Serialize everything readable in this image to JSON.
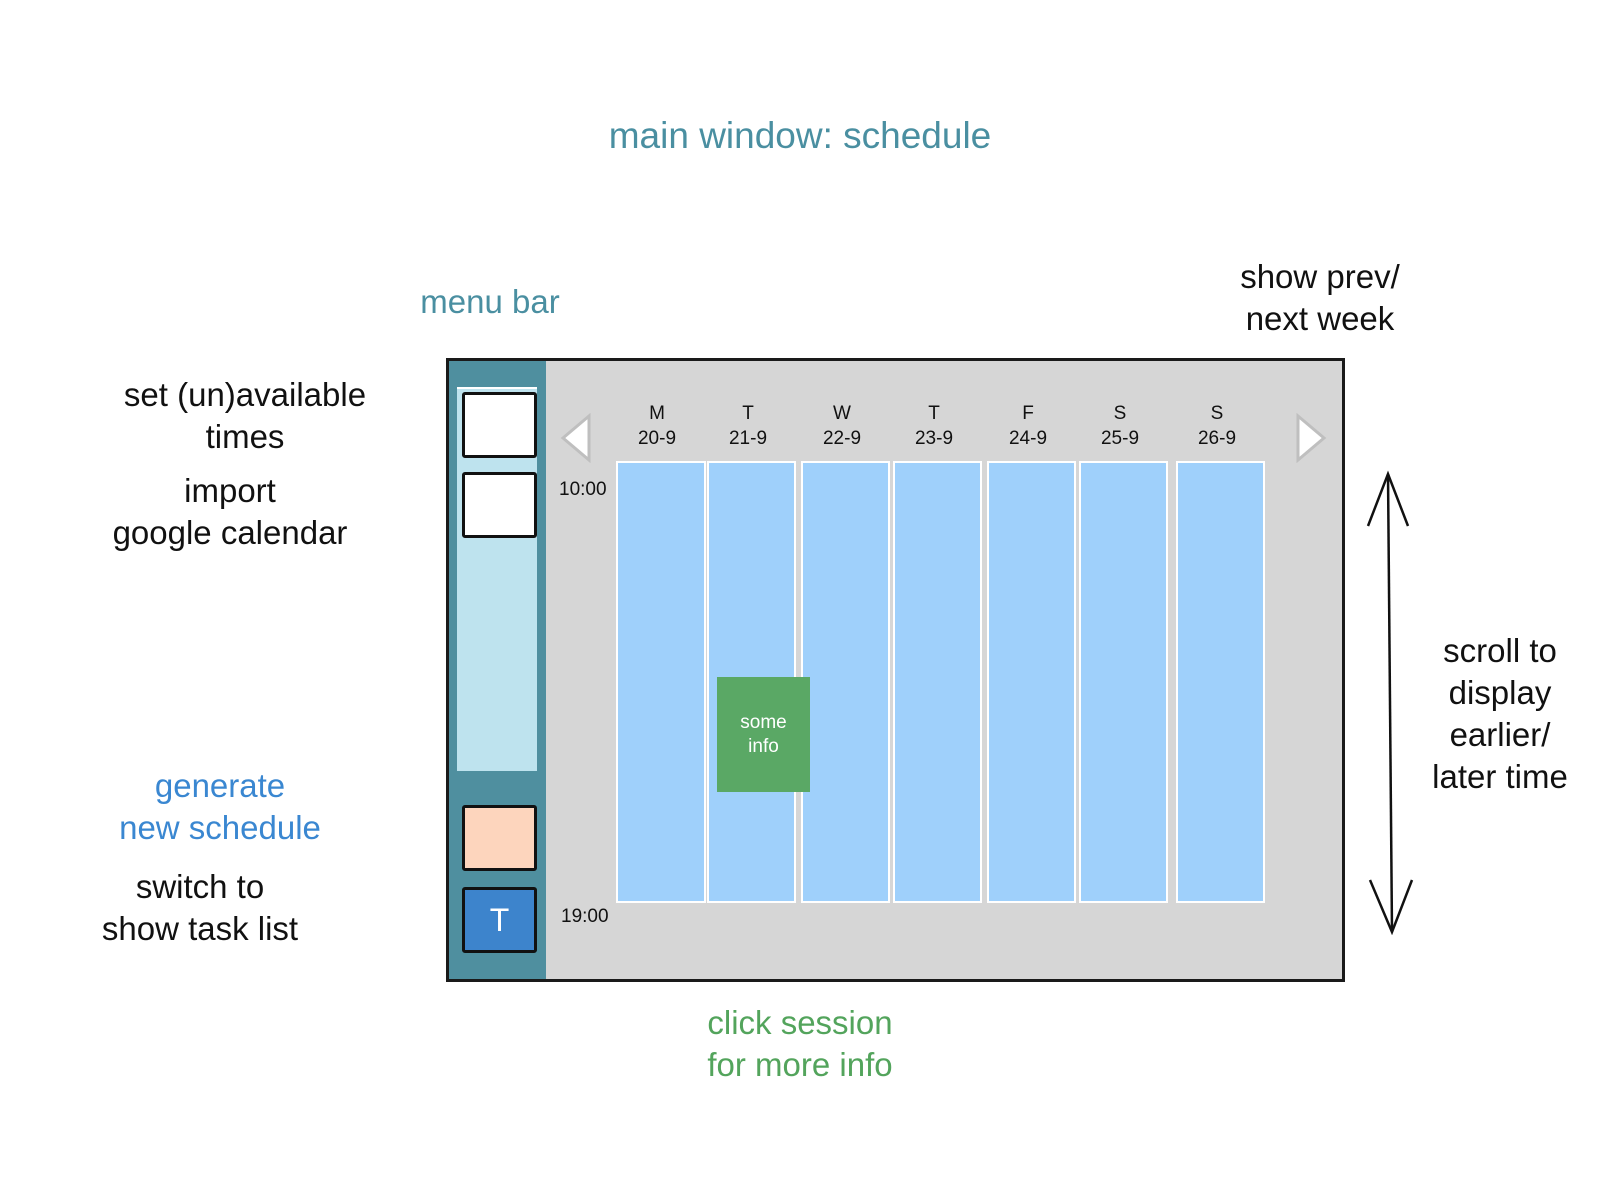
{
  "title": "main window: schedule",
  "annotations": {
    "menu_bar": "menu bar",
    "week_nav": "show prev/\nnext week",
    "set_availability": "set (un)available\ntimes",
    "import_calendar": "import\ngoogle calendar",
    "generate": "generate\nnew schedule",
    "switch_tasks": "switch to\nshow task list",
    "scroll": "scroll to\ndisplay\nearlier/\nlater time",
    "click_session": "click session\nfor more info"
  },
  "menu": {
    "task_button_label": "T"
  },
  "schedule": {
    "days": [
      {
        "letter": "M",
        "date": "20-9"
      },
      {
        "letter": "T",
        "date": "21-9"
      },
      {
        "letter": "W",
        "date": "22-9"
      },
      {
        "letter": "T",
        "date": "23-9"
      },
      {
        "letter": "F",
        "date": "24-9"
      },
      {
        "letter": "S",
        "date": "25-9"
      },
      {
        "letter": "S",
        "date": "26-9"
      }
    ],
    "start_time": "10:00",
    "end_time": "19:00",
    "session": {
      "line1": "some",
      "line2": "info"
    }
  },
  "colors": {
    "title": "#4a8fa1",
    "menu_bar": "#4f8f9f",
    "menu_panel": "#bee3ee",
    "generate_button": "#fdd5bd",
    "task_button": "#3d84cc",
    "day_column": "#9fd0fb",
    "session": "#5aa865",
    "window_bg": "#d6d6d6"
  },
  "icons": {
    "prev": "triangle-left-icon",
    "next": "triangle-right-icon",
    "scroll": "double-arrow-vertical-icon"
  }
}
